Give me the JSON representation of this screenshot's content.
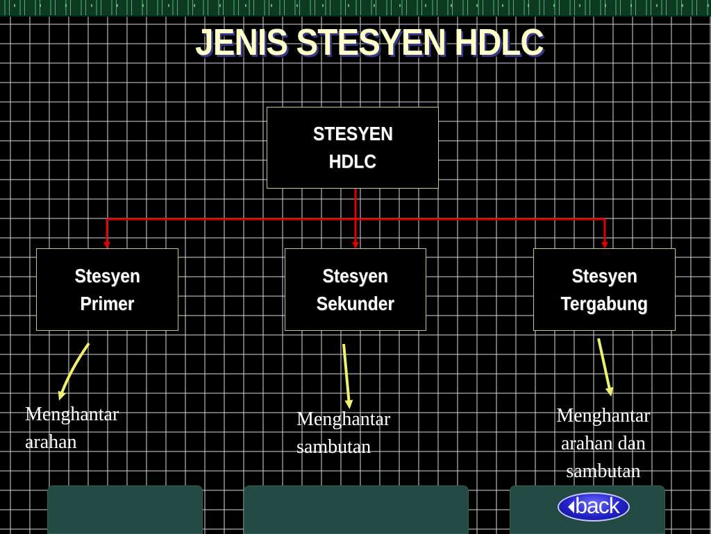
{
  "title": "JENIS STESYEN HDLC",
  "root": {
    "line1": "STESYEN",
    "line2": "HDLC"
  },
  "stations": [
    {
      "line1": "Stesyen",
      "line2": "Primer",
      "desc1": "Menghantar",
      "desc2": "arahan",
      "desc3": ""
    },
    {
      "line1": "Stesyen",
      "line2": "Sekunder",
      "desc1": "Menghantar",
      "desc2": "sambutan",
      "desc3": ""
    },
    {
      "line1": "Stesyen",
      "line2": "Tergabung",
      "desc1": "Menghantar",
      "desc2": "arahan dan",
      "desc3": "sambutan"
    }
  ],
  "nav": {
    "back_label": "back"
  },
  "colors": {
    "connector": "#e00000",
    "arrow": "#f0f070",
    "title": "#ffffc8",
    "panel": "#234a42"
  }
}
